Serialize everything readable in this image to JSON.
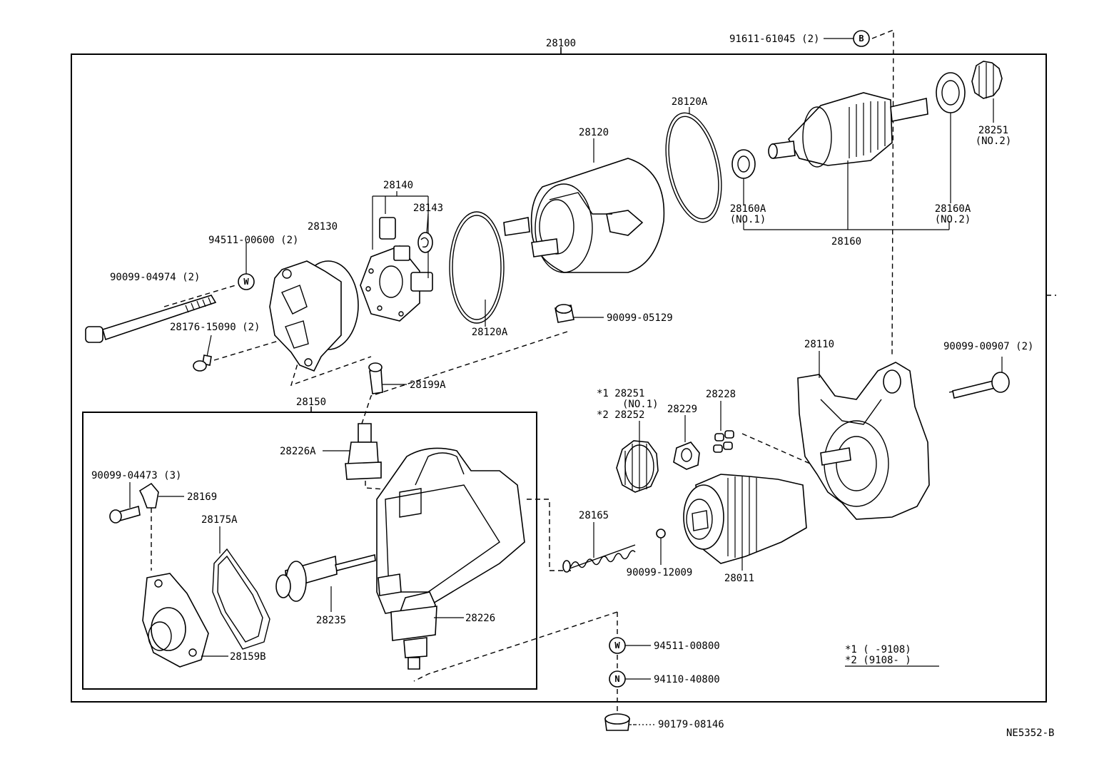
{
  "diagram": {
    "drawing_code": "NE5352-B",
    "note_lines": [
      "*1 (     -9108)",
      "*2 (9108-     )"
    ],
    "circle_symbols": {
      "b": "B",
      "w": "W",
      "n": "N"
    },
    "labels": {
      "p28100": "28100",
      "p91611": "91611-61045 (2)",
      "p28251no2": "28251",
      "p28251no2_sub": "(NO.2)",
      "p28120a_top": "28120A",
      "p28120": "28120",
      "p28160a_no1": "28160A",
      "p28160a_no1_sub": "(NO.1)",
      "p28160a_no2": "28160A",
      "p28160a_no2_sub": "(NO.2)",
      "p28160": "28160",
      "p28140": "28140",
      "p28143": "28143",
      "p28130": "28130",
      "p94511_600": "94511-00600 (2)",
      "p90099_04974": "90099-04974 (2)",
      "p28176": "28176-15090 (2)",
      "p28120a_bot": "28120A",
      "p90099_05129": "90099-05129",
      "p28199a": "28199A",
      "p28150": "28150",
      "p28226a": "28226A",
      "p90099_04473": "90099-04473 (3)",
      "p28169": "28169",
      "p28175a": "28175A",
      "p28235": "28235",
      "p28226": "28226",
      "p28159b": "28159B",
      "p28110": "28110",
      "p90099_00907": "90099-00907 (2)",
      "p28251no1_line": "*1 28251",
      "p28251no1_sub": "(NO.1)",
      "p28252_line": "*2 28252",
      "p28229": "28229",
      "p28228": "28228",
      "p28165": "28165",
      "p90099_12009": "90099-12009",
      "p28011": "28011",
      "p94511_800": "94511-00800",
      "p94110": "94110-40800",
      "p90179": "90179-08146"
    }
  }
}
